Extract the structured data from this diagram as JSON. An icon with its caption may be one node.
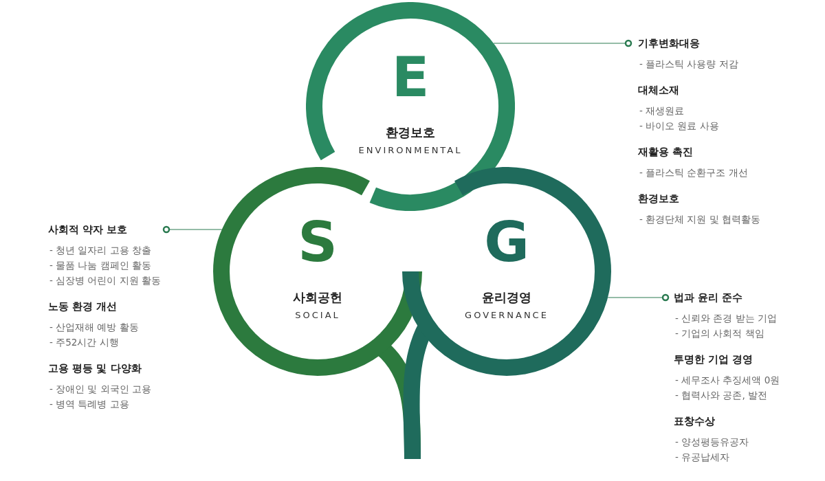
{
  "diagram": {
    "nodes": [
      {
        "text": [
          "E",
          "환경보호",
          "ENVIRONMENTAL"
        ]
      },
      {
        "text": [
          "S",
          "사회공헌",
          "SOCIAL"
        ]
      },
      {
        "text": [
          "G",
          "윤리경영",
          "GOVERNANCE"
        ]
      },
      {
        "text": [
          "기후변화대응",
          "- 플라스틱 사용량 저감",
          "대체소재",
          "- 재생원료",
          "- 바이오 원료 사용",
          "재활용 촉진",
          "- 플라스틱 순환구조 개선",
          "환경보호",
          "- 환경단체 지원 및 협력활동"
        ]
      },
      {
        "text": [
          "사회적 약자 보호",
          "- 청년 일자리 고용 창출",
          "- 물품 나눔 캠페인 활동",
          "- 심장병 어린이 지원 활동",
          "노동 환경 개선",
          "- 산업재해 예방 활동",
          "- 주52시간 시행",
          "고용 평등 및 다양화",
          "- 장애인 및 외국인 고용",
          "- 병역 특례병 고용"
        ]
      },
      {
        "text": [
          "법과 윤리 준수",
          "- 신뢰와 존경 받는 기업",
          "- 기업의 사회적 책임",
          "투명한 기업 경영",
          "- 세무조사 추징세액 0원",
          "- 협력사와 공존, 발전",
          "표창수상",
          "- 양성평등유공자",
          "- 유공납세자"
        ]
      }
    ],
    "edges": [
      {
        "from": 3,
        "to": 0,
        "arrow": "other"
      },
      {
        "from": 4,
        "to": 1,
        "arrow": "other"
      },
      {
        "from": 5,
        "to": 2,
        "arrow": "other"
      }
    ]
  }
}
